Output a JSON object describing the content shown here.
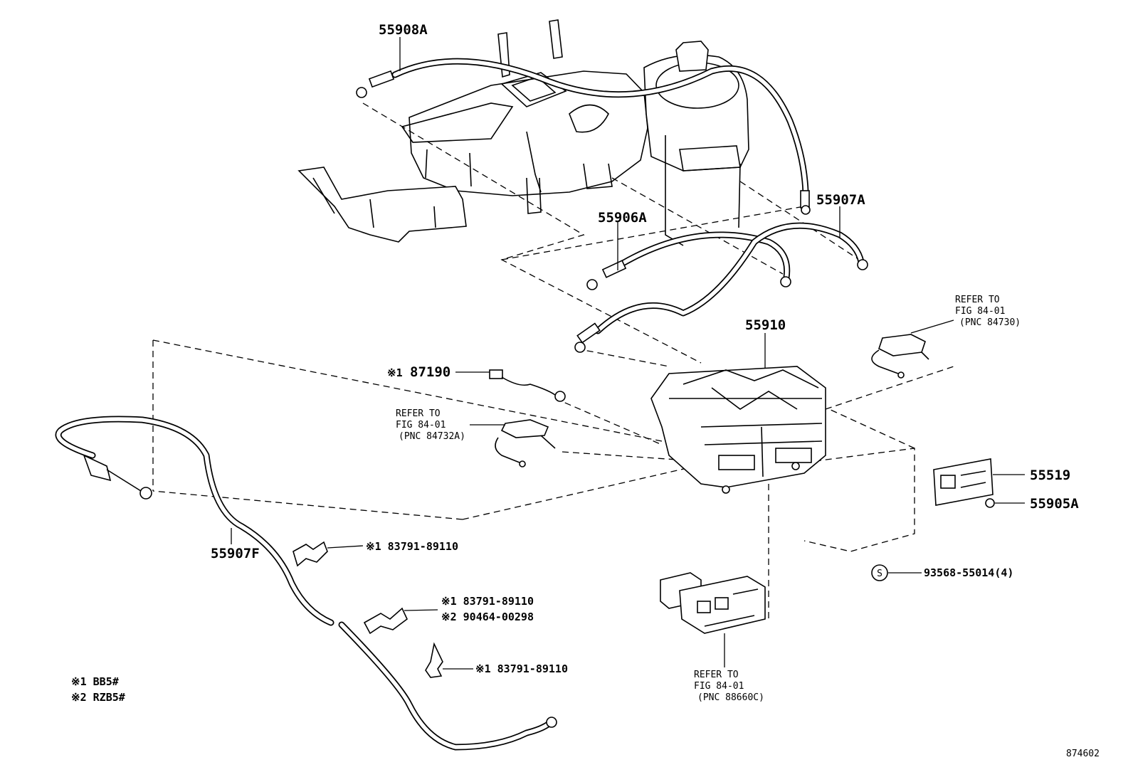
{
  "labels": {
    "p55908a": "55908A",
    "p55907a": "55907A",
    "p55906a": "55906A",
    "p55910": "55910",
    "p55519": "55519",
    "p55905a": "55905A",
    "p93568": "93568-55014(4)",
    "p55907f": "55907F",
    "p87190_mark": "※1",
    "p87190": "87190",
    "term1": "※1 83791-89110",
    "term2a": "※1 83791-89110",
    "term2b": "※2 90464-00298",
    "term3": "※1 83791-89110"
  },
  "refer_notes": {
    "right": {
      "line1": "REFER TO",
      "line2": "FIG 84-01",
      "line3": "(PNC 84730)"
    },
    "left": {
      "line1": "REFER TO",
      "line2": "FIG 84-01",
      "line3": "(PNC 84732A)"
    },
    "bottom": {
      "line1": "REFER TO",
      "line2": "FIG 84-01",
      "line3": "(PNC 88660C)"
    }
  },
  "legend": {
    "line1": "※1 BB5#",
    "line2": "※2 RZB5#"
  },
  "screw_symbol": "S",
  "figure_number": "874602"
}
